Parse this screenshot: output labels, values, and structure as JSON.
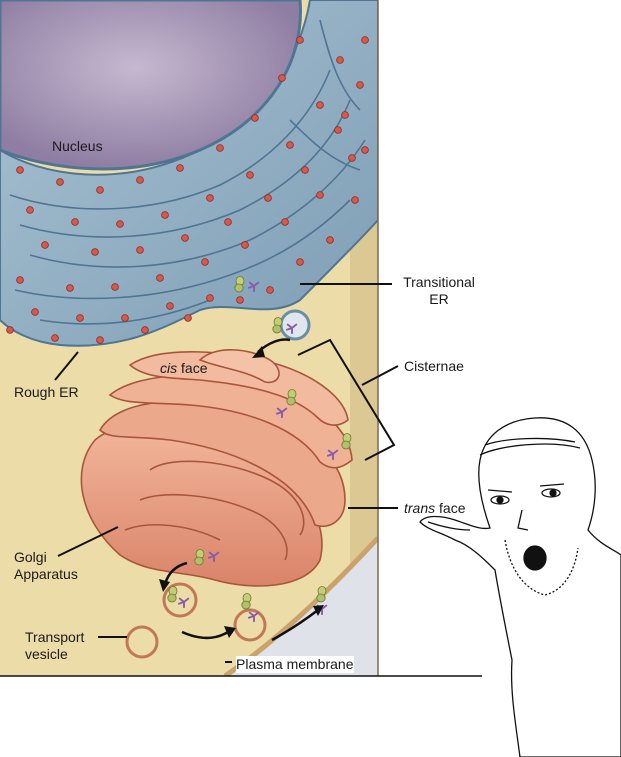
{
  "labels": {
    "nucleus": "Nucleus",
    "transitional_er": [
      "Transitional",
      "ER"
    ],
    "cis_face_italic": "cis",
    "cis_face_rest": " face",
    "cisternae": "Cisternae",
    "rough_er": "Rough ER",
    "trans_face_italic": "trans",
    "trans_face_rest": " face",
    "golgi": [
      "Golgi",
      "Apparatus"
    ],
    "transport_vesicle": [
      "Transport",
      "vesicle"
    ],
    "plasma_membrane": "Plasma membrane"
  },
  "colors": {
    "nucleus": "#b6a8c2",
    "er": "#90aec4",
    "cytoplasm": "#ecdca8",
    "golgi": "#e8a084",
    "ribosome": "#d8584c",
    "protein": "#b9c870",
    "exterior": "#dfe2e8"
  },
  "icons": {
    "meme_character": "pointing-wojak-icon"
  }
}
